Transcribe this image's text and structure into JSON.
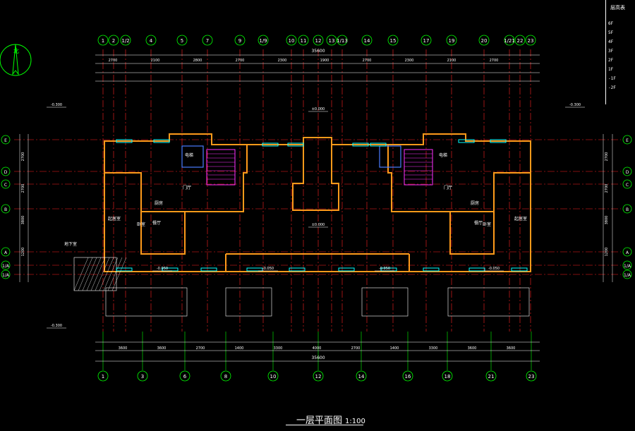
{
  "drawing": {
    "title": "一层平面图",
    "scale": "1:100",
    "overall_dimension": "35600"
  },
  "colors": {
    "background": "#000000",
    "axis_bubble": "#00ff00",
    "axis_line": "#ff2020",
    "wall": "#ff9a1a",
    "dimension": "#ffffff",
    "stair": "#ff30ff",
    "window": "#00ffff",
    "annotation": "#ffffff",
    "text_yellow": "#ffff00"
  },
  "grid_axes": {
    "top": [
      "1",
      "2",
      "1/2",
      "4",
      "5",
      "7",
      "9",
      "1/9",
      "10",
      "11",
      "12",
      "13",
      "1/13",
      "14",
      "15",
      "17",
      "19",
      "20",
      "1/21",
      "22",
      "23"
    ],
    "bottom": [
      "1",
      "3",
      "6",
      "8",
      "10",
      "12",
      "14",
      "16",
      "18",
      "21",
      "23"
    ],
    "left": [
      "E",
      "D",
      "C",
      "B",
      "A",
      "1/A",
      "1/A"
    ],
    "right": [
      "E",
      "D",
      "C",
      "B",
      "A",
      "1/A",
      "1/A"
    ]
  },
  "top_dimensions": [
    "2700",
    "2100",
    "2800",
    "2700",
    "2300",
    "1900",
    "2700",
    "2300",
    "2100",
    "2700"
  ],
  "bottom_dimensions": [
    "3600",
    "3600",
    "2700",
    "1400",
    "3300",
    "4000",
    "2700",
    "1400",
    "3300",
    "3600",
    "3600"
  ],
  "left_dimensions": [
    "2700",
    "2700",
    "3800",
    "1200"
  ],
  "right_dimensions": [
    "2700",
    "2700",
    "3800",
    "1200"
  ],
  "room_labels": [
    {
      "text": "厨房",
      "group": "w1"
    },
    {
      "text": "餐厅",
      "group": "w1"
    },
    {
      "text": "门厅",
      "group": "w1"
    },
    {
      "text": "卧室",
      "group": "w1"
    },
    {
      "text": "起居室",
      "group": "w1"
    },
    {
      "text": "电梯",
      "group": "w1"
    },
    {
      "text": "厨房",
      "group": "w2"
    },
    {
      "text": "餐厅",
      "group": "w2"
    },
    {
      "text": "门厅",
      "group": "w2"
    },
    {
      "text": "卧室",
      "group": "w2"
    },
    {
      "text": "起居室",
      "group": "w2"
    },
    {
      "text": "电梯",
      "group": "w2"
    },
    {
      "text": "地下室",
      "group": "c"
    }
  ],
  "elevation_marks": [
    "-0.300",
    "-0.300",
    "-0.300",
    "-0.050",
    "-0.050",
    "-0.050",
    "-0.050",
    "±0.000",
    "±0.000"
  ],
  "legend": {
    "title": "层高表",
    "rows": [
      "6F",
      "5F",
      "4F",
      "3F",
      "2F",
      "1F",
      "-1F",
      "-2F"
    ]
  }
}
